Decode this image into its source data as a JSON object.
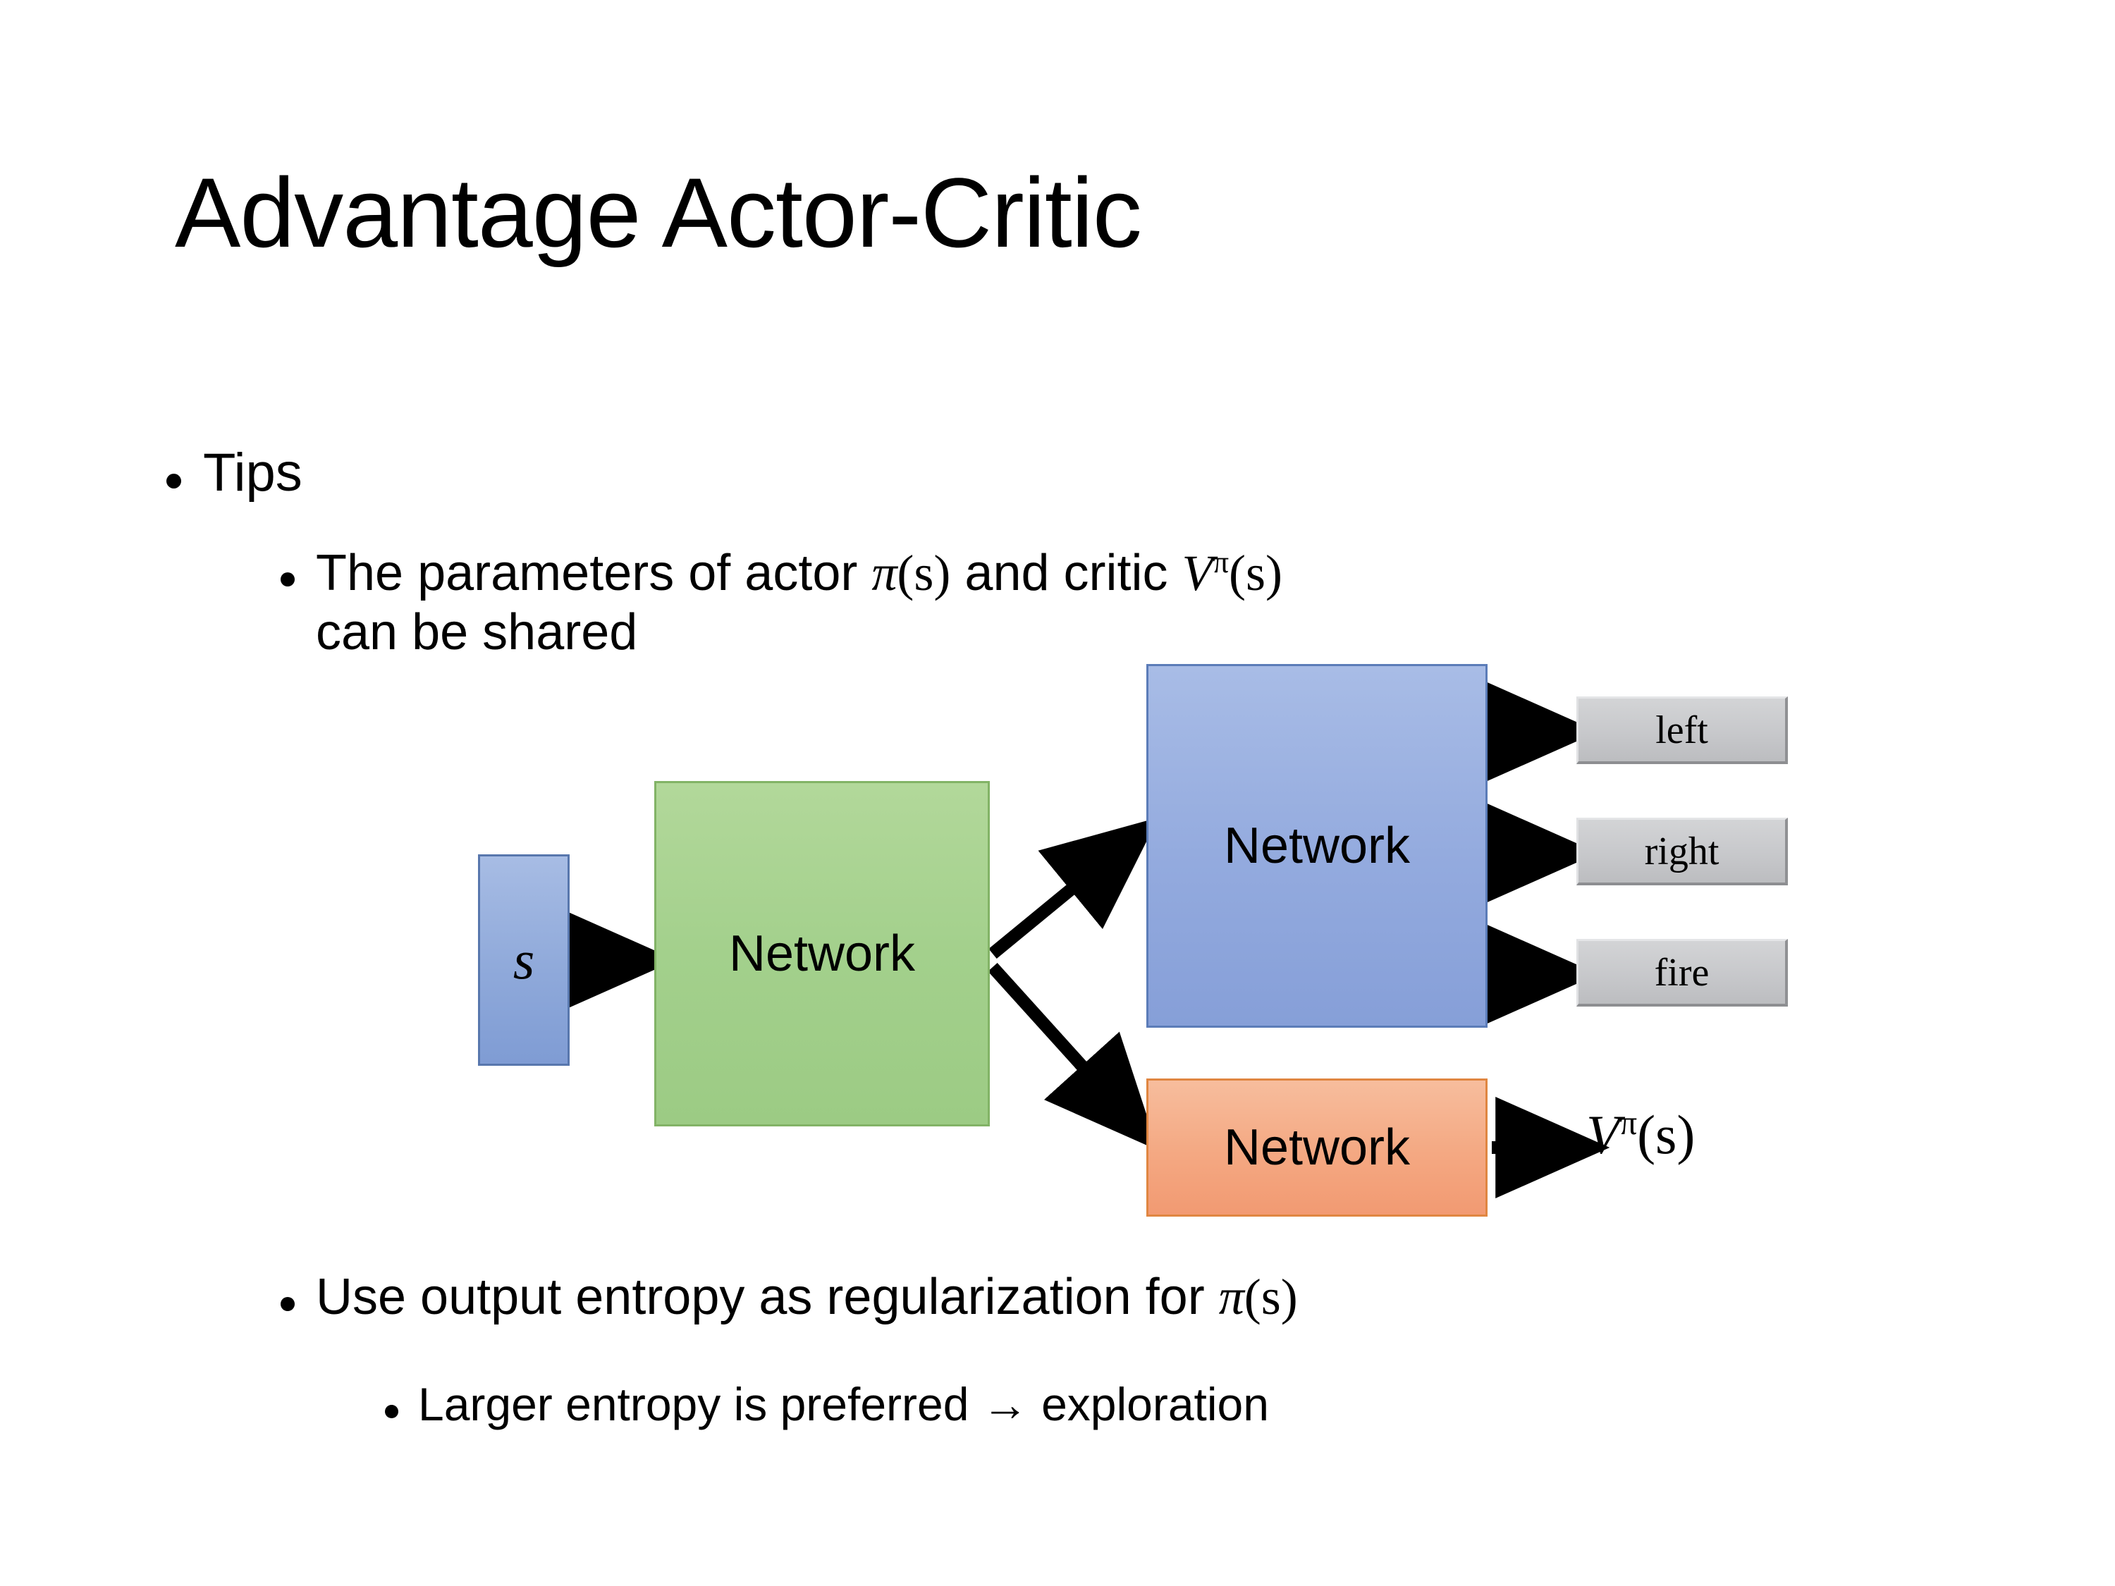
{
  "slide": {
    "title": "Advantage Actor-Critic",
    "background": "#ffffff"
  },
  "bullets": {
    "tips": "Tips",
    "params_line": {
      "prefix": "The parameters of actor ",
      "actor_symbol": "π",
      "actor_arg": "(s)",
      "middle": "  and critic ",
      "critic_symbol": "V",
      "critic_sup": "π",
      "critic_arg": "(s)",
      "suffix": "can be shared"
    },
    "entropy_line": {
      "prefix": "Use output entropy as regularization for ",
      "symbol": "π",
      "arg": "(s)"
    },
    "exploration_line": "Larger entropy is preferred → exploration"
  },
  "diagram": {
    "state_box": {
      "label": "s",
      "fill": "#93aade",
      "stroke": "#5877ad"
    },
    "shared_network": {
      "label": "Network",
      "fill": "#a3d08c",
      "stroke": "#82b366"
    },
    "actor_network": {
      "label": "Network",
      "fill": "#93aade",
      "stroke": "#5b7cb8"
    },
    "critic_network": {
      "label": "Network",
      "fill": "#f4a882",
      "stroke": "#e08641"
    },
    "actions": [
      {
        "label": "left"
      },
      {
        "label": "right"
      },
      {
        "label": "fire"
      }
    ],
    "value_output": {
      "symbol": "V",
      "sup": "π",
      "arg": "(s)"
    },
    "arrow_color": "#000000"
  }
}
